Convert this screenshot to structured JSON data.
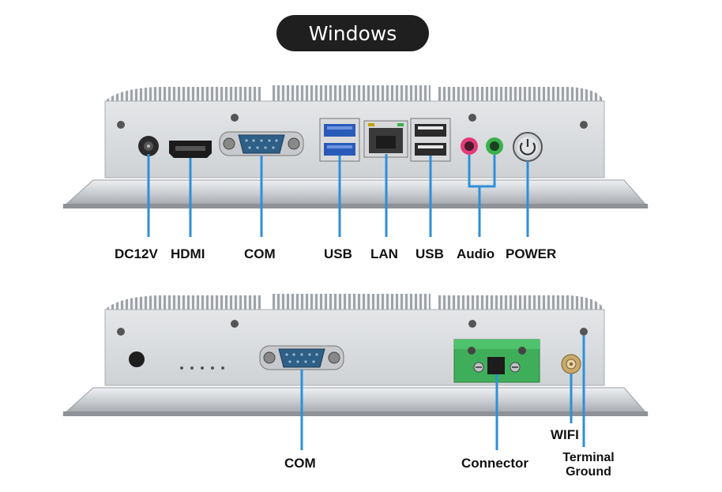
{
  "header": {
    "title": "Windows"
  },
  "top_panel": {
    "ports": {
      "dc": "DC12V",
      "hdmi": "HDMI",
      "com": "COM",
      "usb_left": "USB",
      "lan": "LAN",
      "usb_right": "USB",
      "audio": "Audio",
      "power": "POWER"
    }
  },
  "bottom_panel": {
    "ports": {
      "com": "COM",
      "connector": "Connector",
      "wifi": "WIFI",
      "terminal_ground_line1": "Terminal",
      "terminal_ground_line2": "Ground"
    }
  },
  "colors": {
    "chassis": "#d7d9dc",
    "leader_line": "#2f8fd8",
    "com_port": "#2e5f86",
    "terminal_block": "#3fae5b",
    "pill_bg": "#1f1f1f"
  }
}
